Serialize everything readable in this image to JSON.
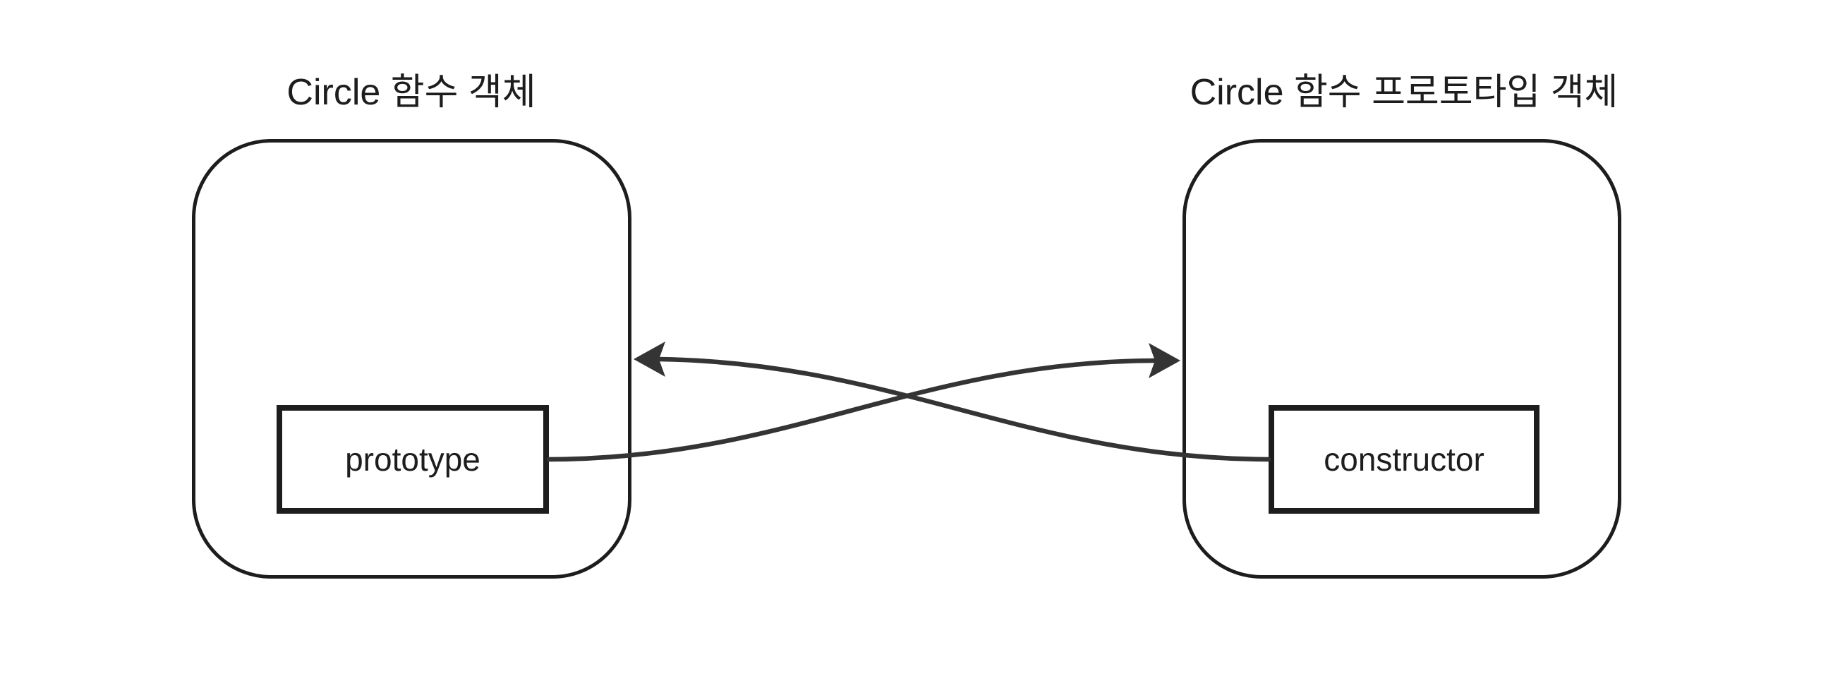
{
  "diagram": {
    "background_color": "#ffffff",
    "box_stroke_color": "#1d1d1d",
    "text_color": "#1d1d1d",
    "arrow_color": "#343434",
    "left_object": {
      "title": "Circle 함수 객체",
      "member_label": "prototype"
    },
    "right_object": {
      "title": "Circle 함수 프로토타입 객체",
      "member_label": "constructor"
    },
    "relations": [
      {
        "from": "prototype",
        "to": "Circle 함수 프로토타입 객체"
      },
      {
        "from": "constructor",
        "to": "Circle 함수 객체"
      }
    ]
  }
}
